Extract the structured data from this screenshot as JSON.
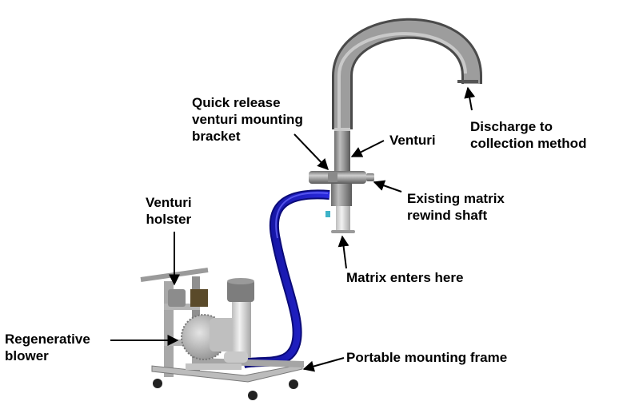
{
  "diagram": {
    "title": "Venturi matrix collection system",
    "labels": {
      "quick_release": [
        "Quick release",
        "venturi mounting",
        "bracket"
      ],
      "venturi": [
        "Venturi"
      ],
      "discharge": [
        "Discharge to",
        "collection method"
      ],
      "rewind_shaft": [
        "Existing matrix",
        "rewind shaft"
      ],
      "matrix_enters": [
        "Matrix enters here"
      ],
      "holster": [
        "Venturi",
        "holster"
      ],
      "blower": [
        "Regenerative",
        "blower"
      ],
      "frame": [
        "Portable mounting frame"
      ]
    },
    "colors": {
      "hose": "#1a1ab8",
      "metal": "#8a8a8a",
      "text": "#000000",
      "background": "#ffffff"
    }
  }
}
